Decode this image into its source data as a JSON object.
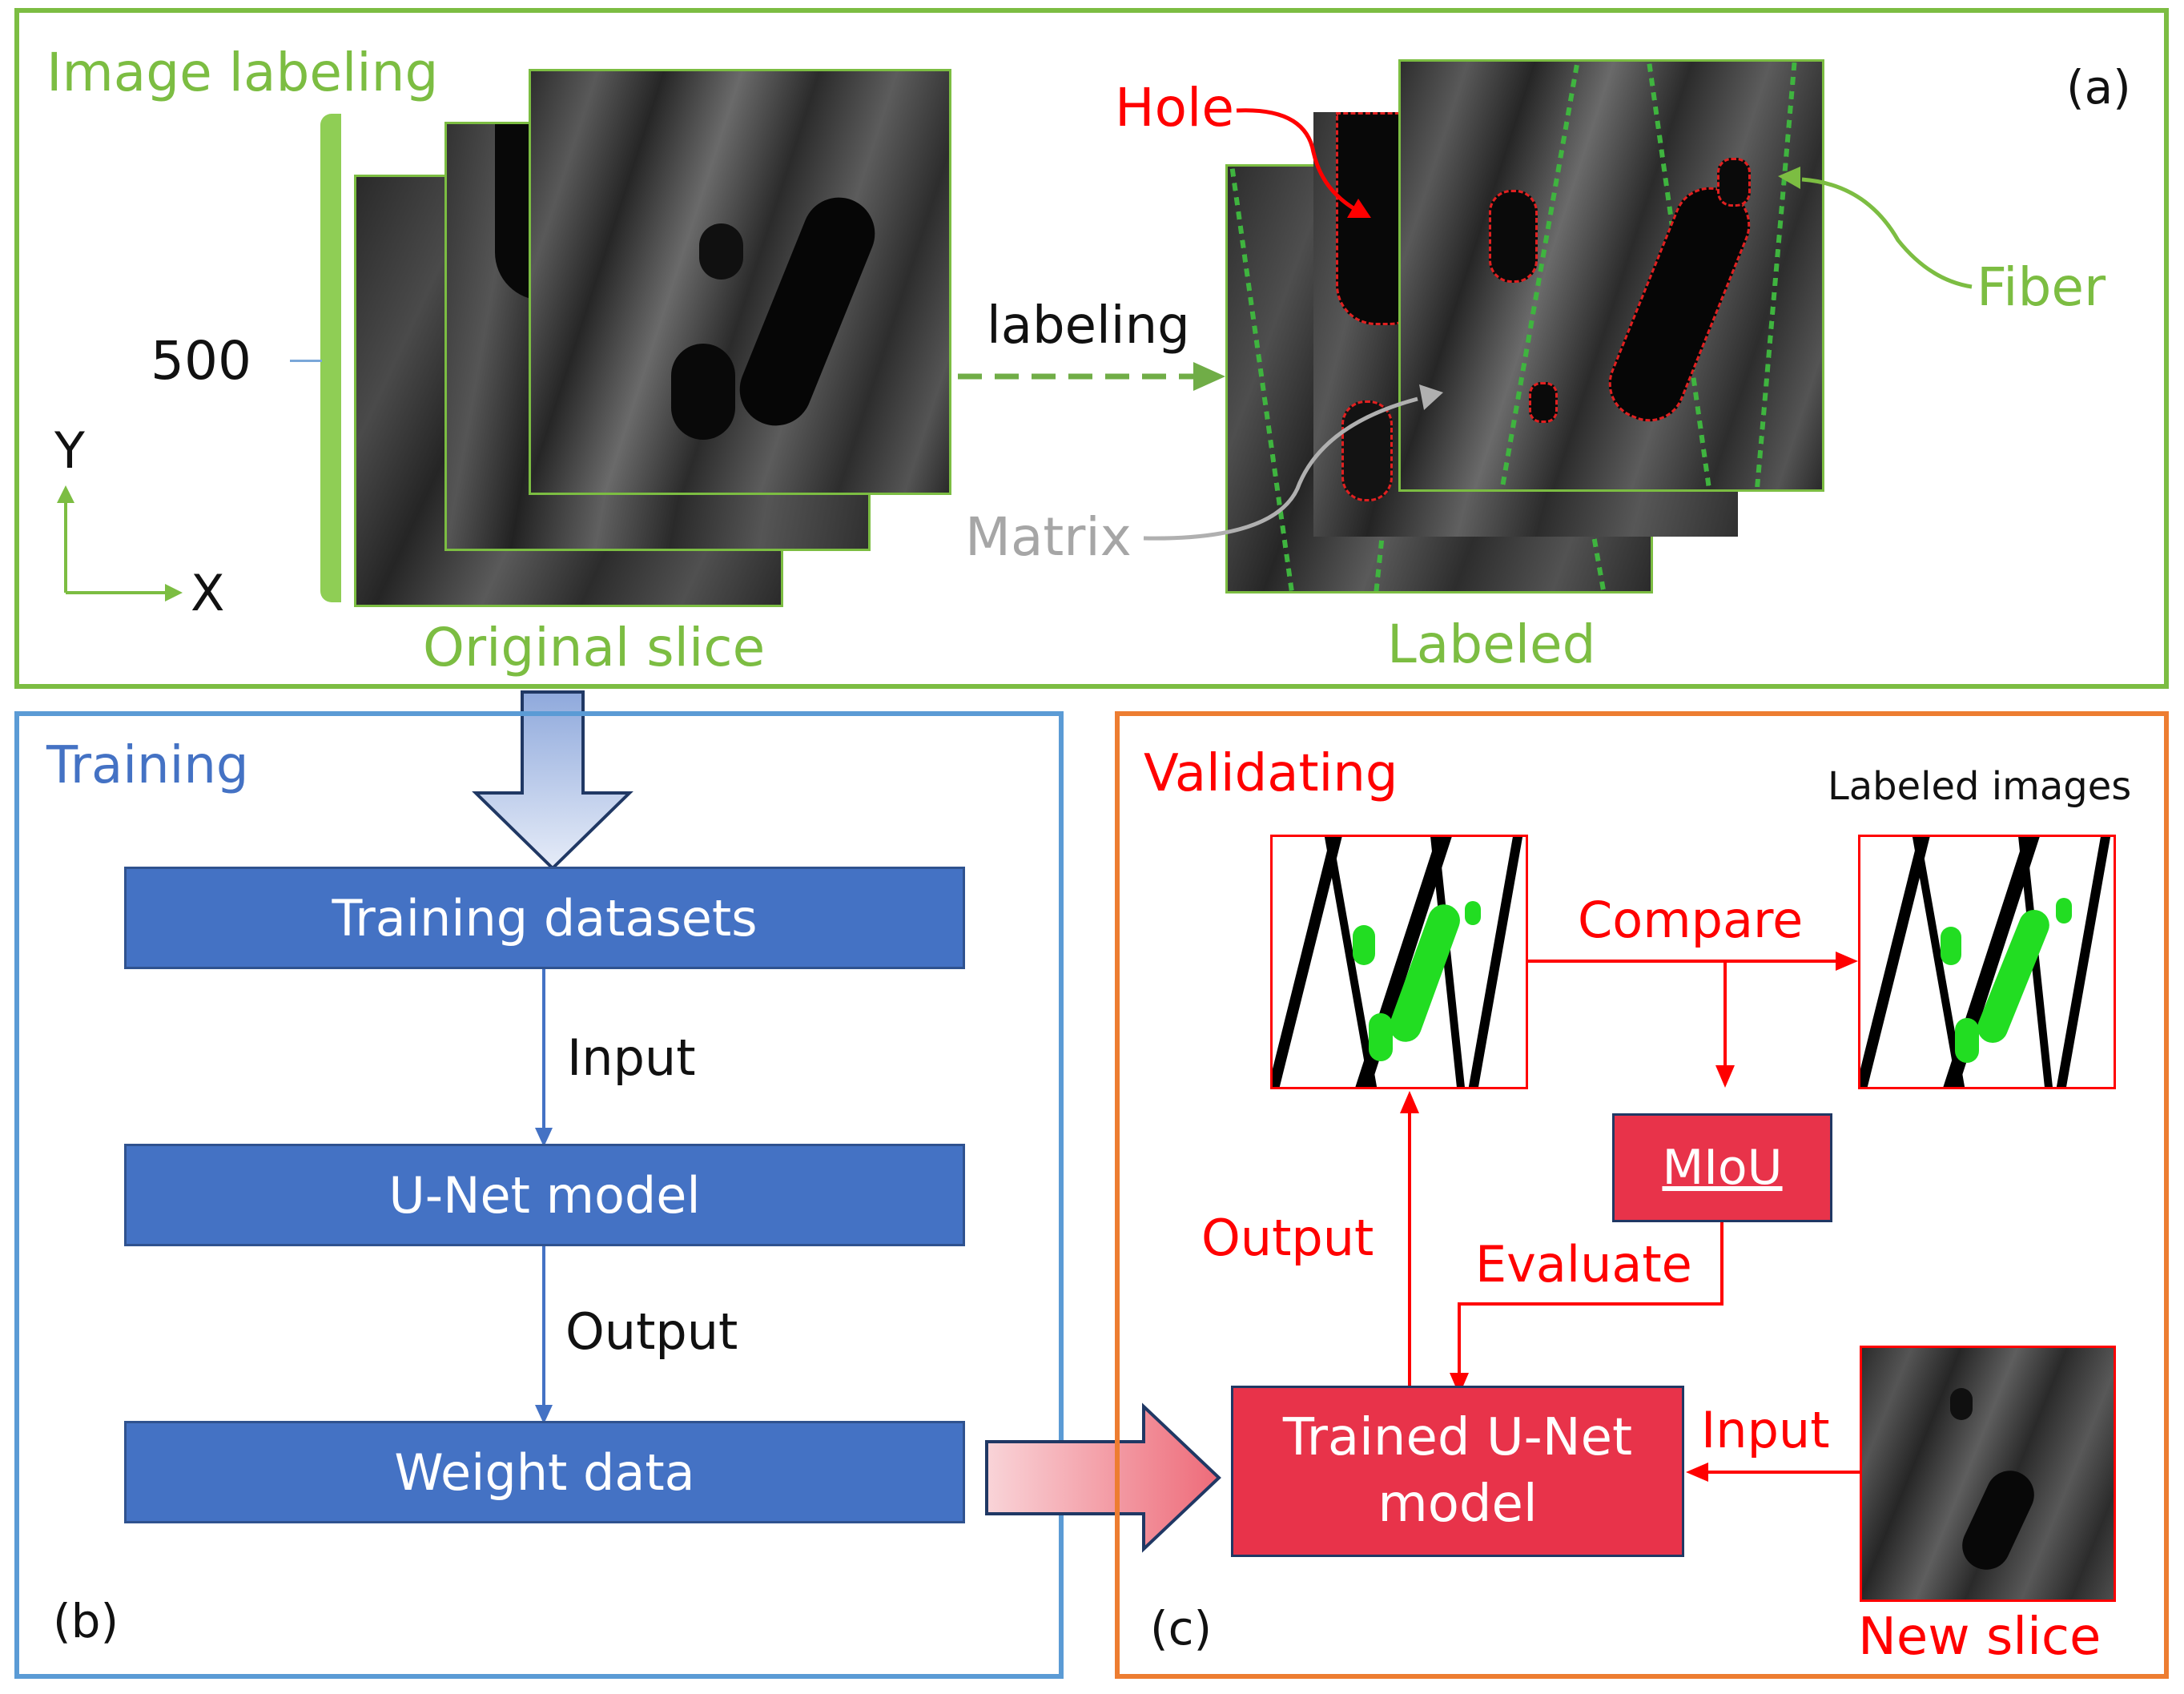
{
  "panel_a": {
    "title": "Image labeling",
    "tag": "(a)",
    "depth_label": "500",
    "axis_y": "Y",
    "axis_x": "X",
    "original_caption": "Original slice",
    "labeled_caption": "Labeled",
    "arrow_label": "labeling",
    "hole_label": "Hole",
    "fiber_label": "Fiber",
    "matrix_label": "Matrix",
    "color": "#7cbd42"
  },
  "panel_b": {
    "title": "Training",
    "tag": "(b)",
    "box_datasets": "Training datasets",
    "label_input": "Input",
    "box_unet": "U-Net model",
    "label_output": "Output",
    "box_weight": "Weight data",
    "color": "#4472c4"
  },
  "panel_c": {
    "title": "Validating",
    "tag": "(c)",
    "labeled_images": "Labeled images",
    "compare": "Compare",
    "miou": "MIoU",
    "output": "Output",
    "evaluate": "Evaluate",
    "input": "Input",
    "trained_line1": "Trained U-Net",
    "trained_line2": "model",
    "new_slice": "New slice",
    "color": "#ed7d31",
    "accent": "#ff0000"
  }
}
